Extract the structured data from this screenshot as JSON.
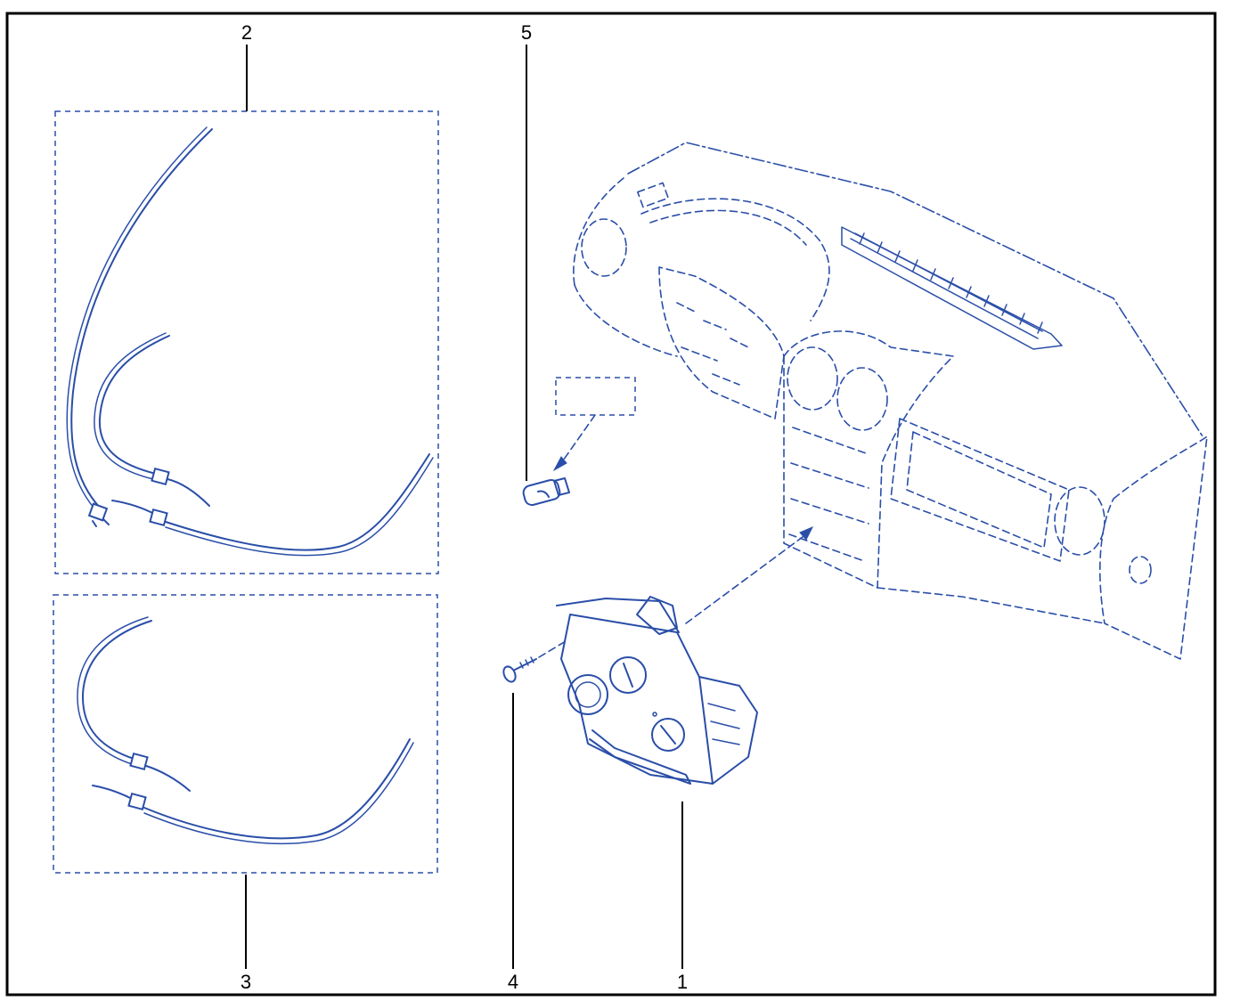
{
  "diagram": {
    "line_color": "#2a4ea8",
    "frame_color": "#000000",
    "callouts": [
      {
        "id": "1",
        "label": "1"
      },
      {
        "id": "2",
        "label": "2"
      },
      {
        "id": "3",
        "label": "3"
      },
      {
        "id": "4",
        "label": "4"
      },
      {
        "id": "5",
        "label": "5"
      }
    ]
  }
}
